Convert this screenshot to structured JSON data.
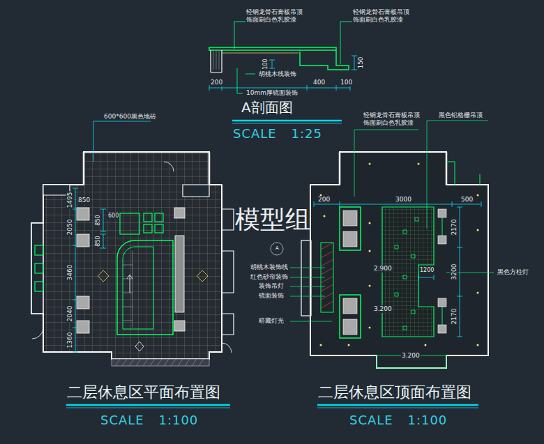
{
  "diagram": {
    "labels": [
      "轻钢龙骨石膏板吊顶 饰面刷白色乳胶漆",
      "轻钢龙骨石膏板吊顶 饰面刷白色乳胶漆",
      "胡桃木线装饰",
      "10mm厚镜面装饰",
      "200",
      "400",
      "100",
      "150",
      "100",
      "A剖面图",
      "SCALE 1:25",
      "600*600黑色地砖",
      "1495",
      "850",
      "2050",
      "850",
      "600",
      "850",
      "3460",
      "2040",
      "1360",
      "模型组",
      "二层休息区平面布置图",
      "SCALE 1:100",
      "轻钢龙骨石膏板吊顶 饰面刷白色乳胶漆",
      "黑色铝格栅吊顶",
      "200",
      "3000",
      "500",
      "2170",
      "3200",
      "2170",
      "1200",
      "黑色方柱灯",
      "2.900",
      "3.200",
      "3.200",
      "A",
      "胡桃木装饰线",
      "红色砂帘装饰",
      "装饰吊灯",
      "镜面装饰",
      "暗藏灯光",
      "二层休息区顶面布置图",
      "SCALE 1:100"
    ]
  }
}
